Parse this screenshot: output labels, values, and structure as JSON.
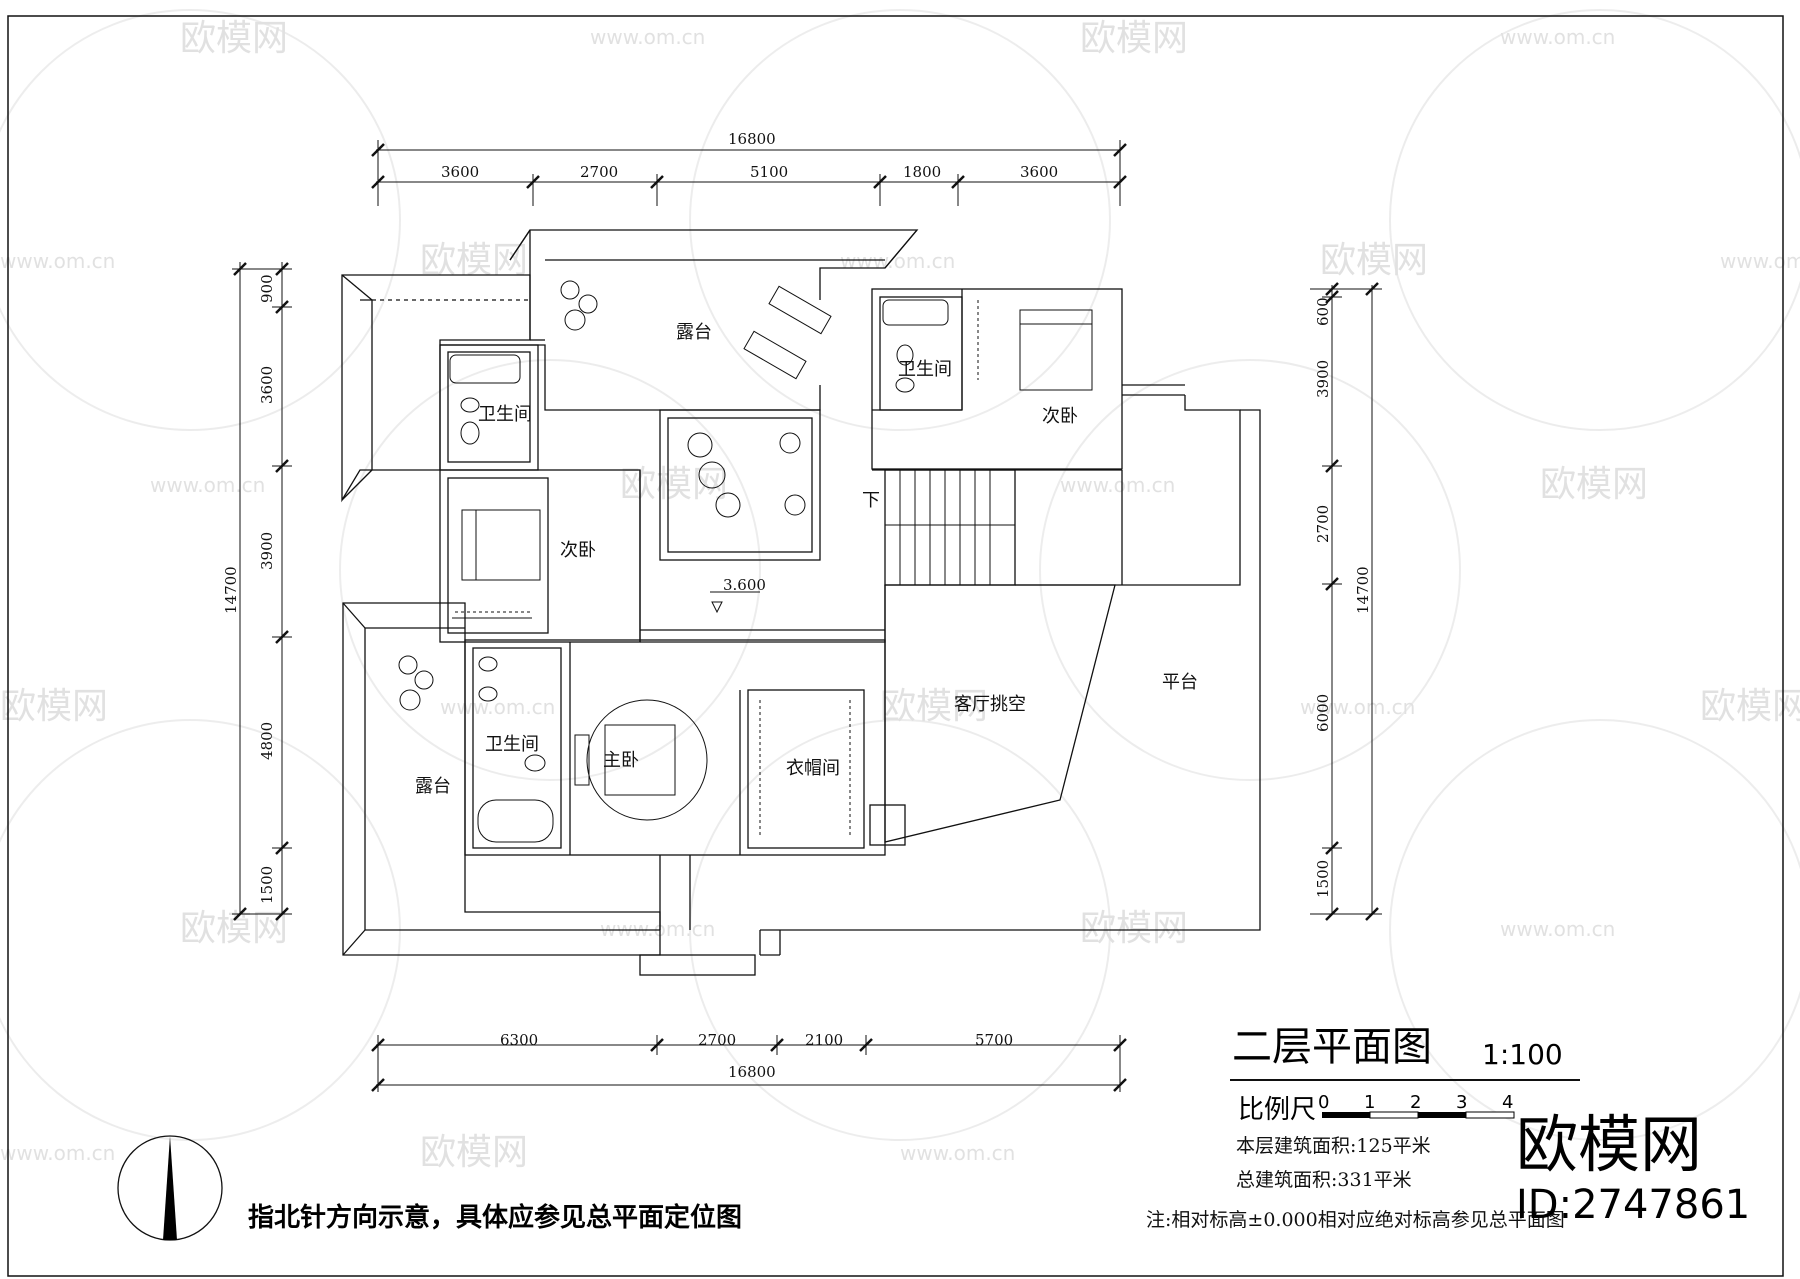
{
  "title": "二层平面图",
  "scale": "1:100",
  "scale_bar": {
    "label": "比例尺",
    "ticks": [
      "0",
      "1",
      "2",
      "3",
      "4"
    ]
  },
  "area_notes": [
    "本层建筑面积:125平米",
    "总建筑面积:331平米"
  ],
  "elevation_note": "注:相对标高±0.000相对应绝对标高参见总平面图",
  "north_note": "指北针方向示意，具体应参见总平面定位图",
  "level": "3.600",
  "stair_down": "下",
  "dimensions": {
    "top_total": "16800",
    "top_segments": [
      "3600",
      "2700",
      "5100",
      "1800",
      "3600"
    ],
    "bottom_total": "16800",
    "bottom_segments": [
      "6300",
      "2700",
      "2100",
      "5700"
    ],
    "left_total": "14700",
    "left_segments": [
      "900",
      "3600",
      "3900",
      "4800",
      "1500"
    ],
    "right_total": "14700",
    "right_segments": [
      "600",
      "3900",
      "2700",
      "6000",
      "1500"
    ]
  },
  "rooms": {
    "terrace_top": "露台",
    "bath_top_right": "卫生间",
    "bedroom_right": "次卧",
    "bath_left": "卫生间",
    "bedroom_left": "次卧",
    "living_void": "客厅挑空",
    "platform": "平台",
    "bath_master": "卫生间",
    "master_bedroom": "主卧",
    "closet": "衣帽间",
    "terrace_left": "露台"
  },
  "watermark": {
    "brand": "欧模网",
    "url": "www.om.cn",
    "id": "ID:2747861"
  }
}
